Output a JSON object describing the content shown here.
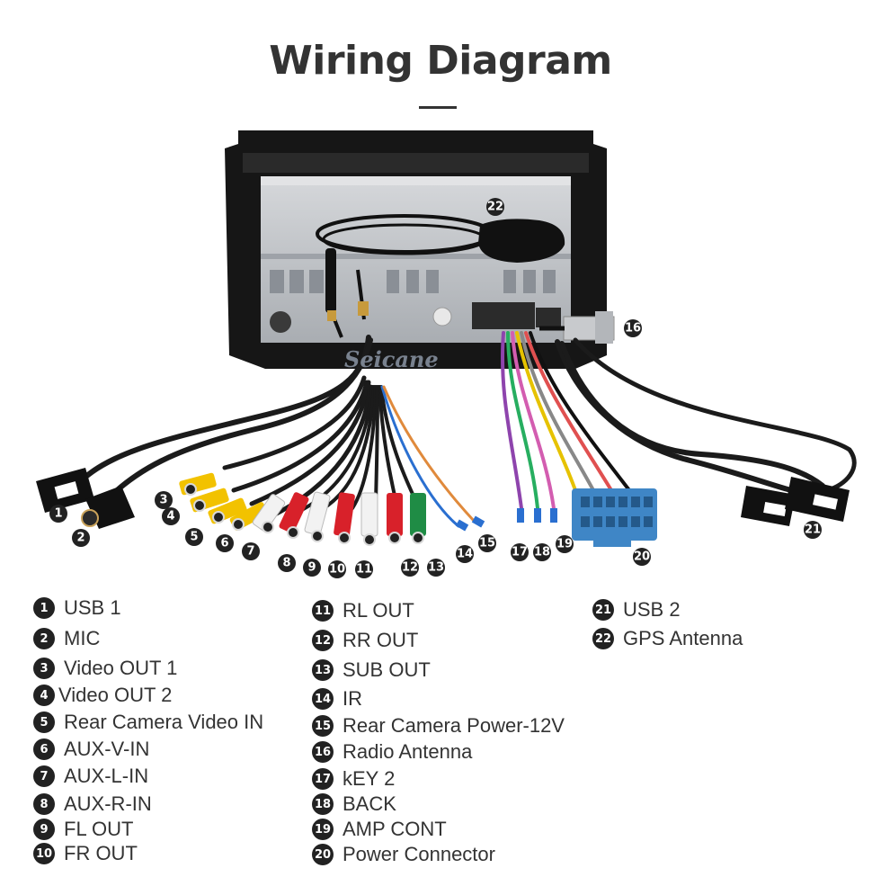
{
  "header": {
    "title": "Wiring Diagram"
  },
  "diagram": {
    "watermark": "Seicane",
    "callouts": [
      "1",
      "2",
      "3",
      "4",
      "5",
      "6",
      "7",
      "8",
      "9",
      "10",
      "11",
      "12",
      "13",
      "14",
      "15",
      "16",
      "17",
      "18",
      "19",
      "20",
      "21",
      "22"
    ]
  },
  "legend": {
    "column1": [
      {
        "num": "1",
        "label": "USB 1"
      },
      {
        "num": "2",
        "label": "MIC"
      },
      {
        "num": "3",
        "label": "Video OUT 1"
      },
      {
        "num": "4",
        "label": "Video OUT 2"
      },
      {
        "num": "5",
        "label": "Rear Camera Video IN"
      },
      {
        "num": "6",
        "label": "AUX-V-IN"
      },
      {
        "num": "7",
        "label": "AUX-L-IN"
      },
      {
        "num": "8",
        "label": "AUX-R-IN"
      },
      {
        "num": "9",
        "label": "FL OUT"
      },
      {
        "num": "10",
        "label": "FR OUT"
      }
    ],
    "column2": [
      {
        "num": "11",
        "label": "RL OUT"
      },
      {
        "num": "12",
        "label": "RR OUT"
      },
      {
        "num": "13",
        "label": "SUB OUT"
      },
      {
        "num": "14",
        "label": "IR"
      },
      {
        "num": "15",
        "label": "Rear Camera Power-12V"
      },
      {
        "num": "16",
        "label": "Radio Antenna"
      },
      {
        "num": "17",
        "label": "kEY 2"
      },
      {
        "num": "18",
        "label": "BACK"
      },
      {
        "num": "19",
        "label": "AMP CONT"
      },
      {
        "num": "20",
        "label": "Power Connector"
      }
    ],
    "column3": [
      {
        "num": "21",
        "label": "USB 2"
      },
      {
        "num": "22",
        "label": "GPS Antenna"
      }
    ]
  },
  "colors": {
    "rca_yellow": "#f2c200",
    "rca_red": "#d8212a",
    "rca_white": "#f2f2f2",
    "rca_green": "#1f8c45",
    "power_connector": "#3f86c6",
    "cable": "#1b1b1b",
    "chassis": "#b9bcc0"
  }
}
